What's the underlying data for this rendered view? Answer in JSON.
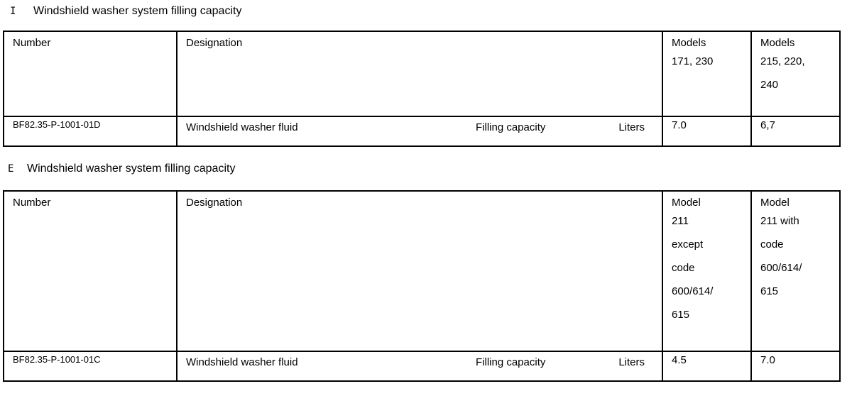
{
  "page": {
    "background_color": "#ffffff",
    "text_color": "#000000",
    "border_color": "#000000"
  },
  "sections": [
    {
      "marker": "I",
      "title": "Windshield washer system filling capacity",
      "table": {
        "headers": {
          "number": "Number",
          "designation": "Designation",
          "col3_lines": [
            "Models",
            "171, 230"
          ],
          "col4_lines": [
            "Models",
            "215, 220,",
            "240"
          ]
        },
        "row": {
          "number": "BF82.35-P-1001-01D",
          "designation": "Windshield washer fluid",
          "attribute": "Filling capacity",
          "unit": "Liters",
          "value_col3": "7.0",
          "value_col4": "6,7"
        }
      }
    },
    {
      "marker": "E",
      "title": "Windshield washer system filling capacity",
      "table": {
        "headers": {
          "number": "Number",
          "designation": "Designation",
          "col3_lines": [
            "Model",
            "211",
            "except",
            "code",
            "600/614/",
            "615"
          ],
          "col4_lines": [
            "Model",
            "211 with",
            "code",
            "600/614/",
            "615"
          ]
        },
        "row": {
          "number": "BF82.35-P-1001-01C",
          "designation": "Windshield washer fluid",
          "attribute": "Filling capacity",
          "unit": "Liters",
          "value_col3": "4.5",
          "value_col4": "7.0"
        }
      }
    }
  ]
}
